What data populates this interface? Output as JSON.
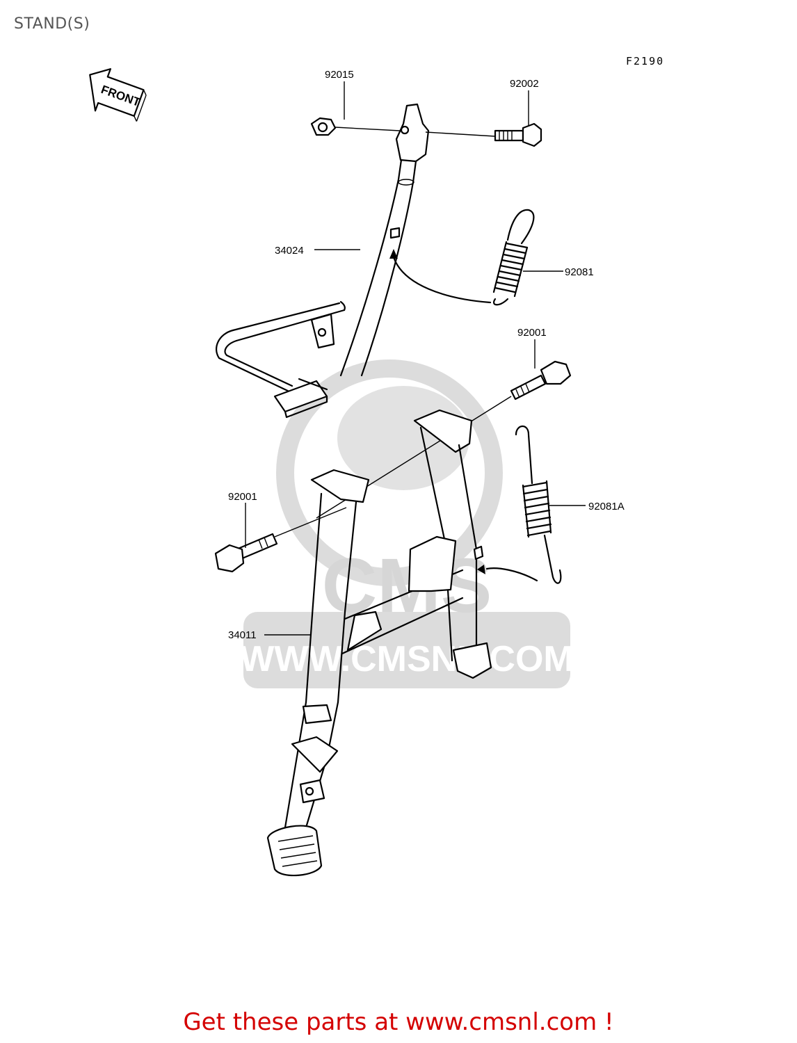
{
  "title": "STAND(S)",
  "figure_code": "F2190",
  "front_arrow": {
    "label": "FRONT",
    "icon": "front-direction-arrow-icon"
  },
  "parts": {
    "p92015": "92015",
    "p92002": "92002",
    "p34024": "34024",
    "p92081": "92081",
    "p92001_top": "92001",
    "p92001_left": "92001",
    "p92081A": "92081A",
    "p34011": "34011"
  },
  "watermark": {
    "logo": "CMS",
    "url": "WWW.CMSNL.COM"
  },
  "footer": {
    "link_text": "Get these parts at www.cmsnl.com !",
    "color": "#d40000"
  },
  "colors": {
    "title": "#555555",
    "link": "#d40000",
    "watermark": "#d9d9d9"
  }
}
